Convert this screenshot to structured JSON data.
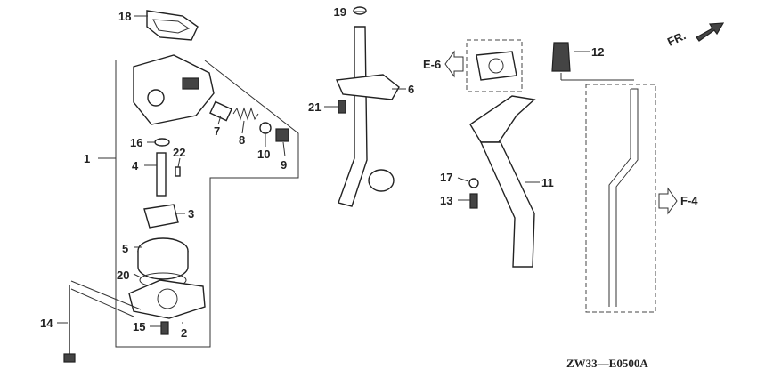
{
  "diagram": {
    "code": "ZW33—E0500A",
    "direction_label": "FR.",
    "refs": {
      "e6": "E-6",
      "f4": "F-4"
    },
    "labels": {
      "p1": "1",
      "p2": "2",
      "p3": "3",
      "p4": "4",
      "p5": "5",
      "p6": "6",
      "p7": "7",
      "p8": "8",
      "p9": "9",
      "p10": "10",
      "p11": "11",
      "p12": "12",
      "p13": "13",
      "p14": "14",
      "p15": "15",
      "p16": "16",
      "p17": "17",
      "p18": "18",
      "p19": "19",
      "p20": "20",
      "p21": "21",
      "p22": "22"
    }
  }
}
